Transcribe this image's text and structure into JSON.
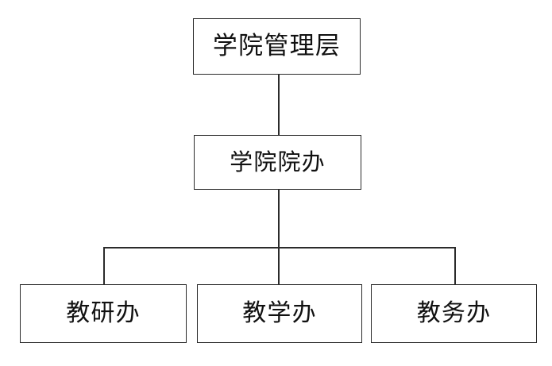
{
  "diagram": {
    "type": "organization-chart",
    "background_color": "#ffffff",
    "line_color": "#2b2b2b",
    "text_color": "#111111",
    "levels": 3,
    "nodes": {
      "top": {
        "label": "学院管理层",
        "level": 1
      },
      "office": {
        "label": "学院院办",
        "level": 2
      },
      "research": {
        "label": "教研办",
        "level": 3
      },
      "teaching": {
        "label": "教学办",
        "level": 3
      },
      "academic": {
        "label": "教务办",
        "level": 3
      }
    },
    "connectors": [
      {
        "from": "top",
        "to": "office",
        "style": "vertical"
      },
      {
        "from": "office",
        "to": "research",
        "style": "elbow"
      },
      {
        "from": "office",
        "to": "teaching",
        "style": "vertical"
      },
      {
        "from": "office",
        "to": "academic",
        "style": "elbow"
      }
    ]
  }
}
